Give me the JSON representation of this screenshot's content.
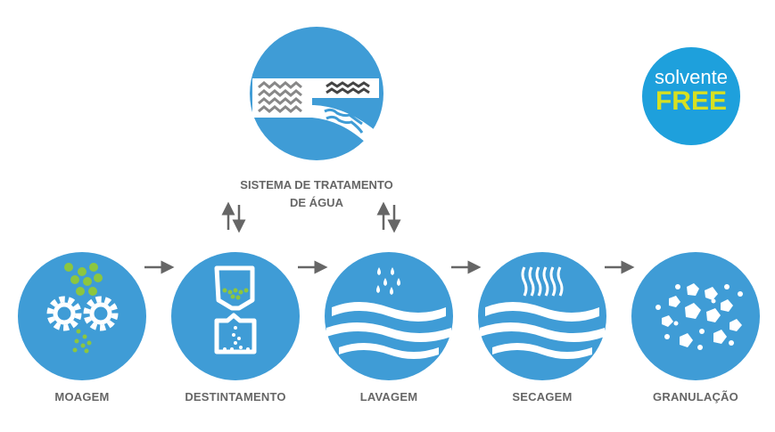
{
  "colors": {
    "circle": "#3f9cd6",
    "badge": "#1ea0dc",
    "green": "#8cc63f",
    "free": "#d7e021",
    "text": "#666666",
    "arrow": "#666666"
  },
  "top_step": {
    "label_line1": "SISTEMA DE TRATAMENTO",
    "label_line2": "DE ÁGUA",
    "icon": "water-treatment-icon"
  },
  "badge": {
    "line1": "solvente",
    "line2": "FREE"
  },
  "steps": [
    {
      "label": "MOAGEM",
      "icon": "grinding-gears-icon"
    },
    {
      "label": "DESTINTAMENTO",
      "icon": "deinking-hopper-icon"
    },
    {
      "label": "LAVAGEM",
      "icon": "washing-waves-icon"
    },
    {
      "label": "SECAGEM",
      "icon": "drying-icon"
    },
    {
      "label": "GRANULAÇÃO",
      "icon": "granules-icon"
    }
  ]
}
